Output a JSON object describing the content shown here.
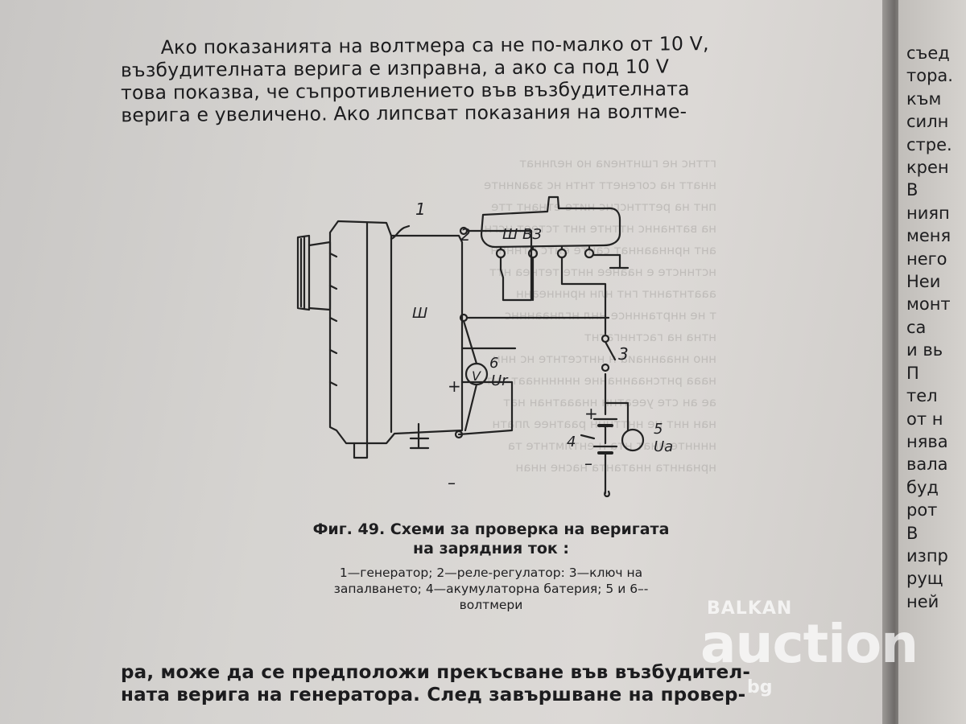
{
  "top_paragraph": {
    "lines": [
      "Ако показанията на волтмера са не по-малко от 10 V,",
      "възбудителната верига е изправна, а ако са под 10 V",
      "това показва, че съпротивлението във възбудителната",
      "верига е увеличено. Ако липсват показания на волтме-"
    ]
  },
  "figure": {
    "labels": {
      "generator": "1",
      "relay": "2",
      "switch": "3",
      "battery": "4",
      "voltmeter_5": "5",
      "voltmeter_6": "6",
      "relay_terminals": "Ш  ВЗ",
      "gen_terminal": "Ш",
      "plus_gen": "+",
      "minus_gen": "–",
      "plus_bat": "+",
      "minus_bat": "–",
      "v_symbol": "V",
      "ur": "Ur",
      "ua": "Uа"
    }
  },
  "caption": {
    "title_lines": [
      "Фиг. 49. Схеми за проверка на веригата",
      "на зарядния ток :"
    ],
    "legend_lines": [
      "1—генератор; 2—реле-регулатор: 3—ключ на",
      "запалването; 4—акумулаторна батерия; 5 и 6–-",
      "волтмери"
    ]
  },
  "bottom_paragraph": {
    "lines": [
      "ра, може да се предположи прекъсване във възбудител-",
      "ната верига на генератора. След завършване на провер-"
    ]
  },
  "right_page": {
    "fragments": [
      "съед",
      "тора.",
      "към",
      "силн",
      "стре.",
      "крен",
      "В",
      "нияп",
      "меня",
      "него",
      "Неи",
      "монт",
      "са",
      "и вь",
      "П",
      "тел",
      "от н",
      "нява",
      "вала",
      "буд",
      "рот",
      "В",
      "изпр",
      "рущ",
      "ней"
    ]
  },
  "watermark": {
    "top": "BALKAN",
    "main": "auction",
    "sub": "bg"
  }
}
